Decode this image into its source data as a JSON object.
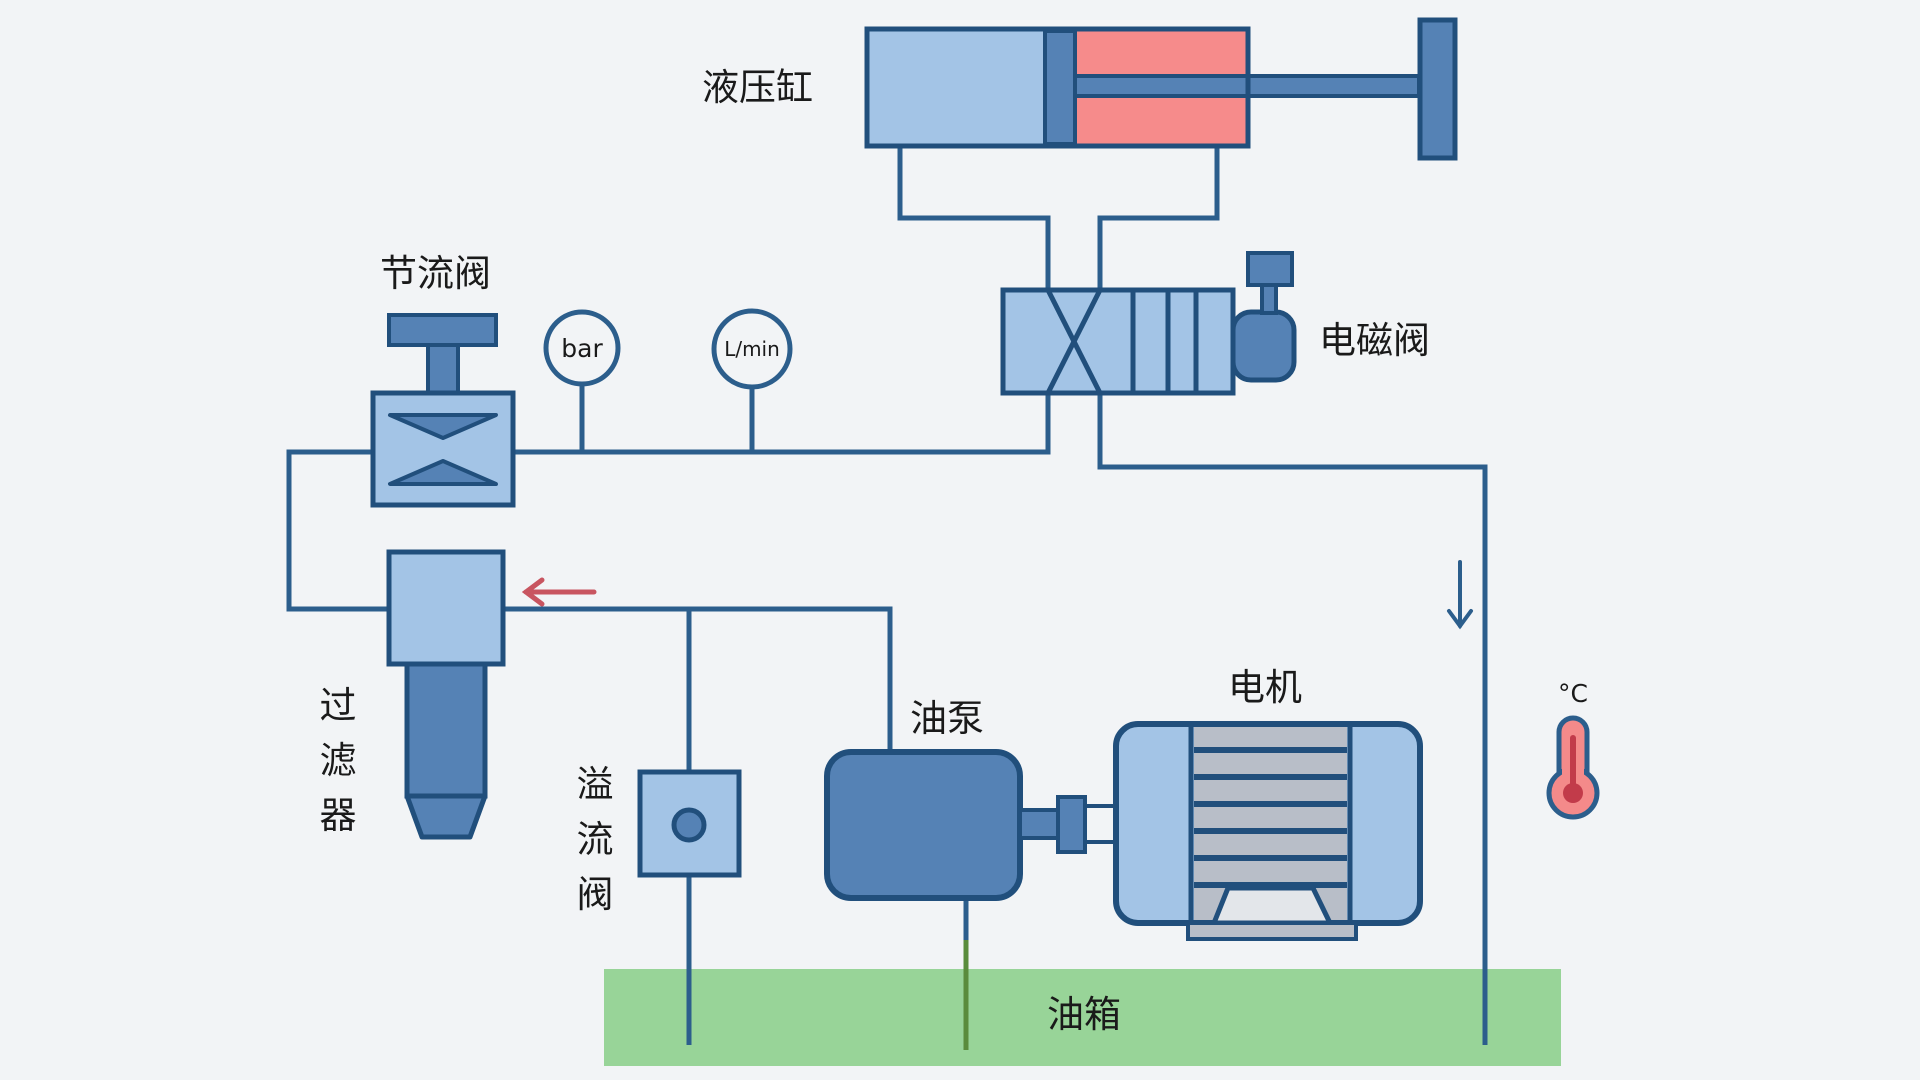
{
  "labels": {
    "cylinder": "液压缸",
    "throttle_valve": "节流阀",
    "solenoid_valve": "电磁阀",
    "filter": [
      "过",
      "滤",
      "器"
    ],
    "relief_valve": [
      "溢",
      "流",
      "阀"
    ],
    "pump": "油泵",
    "motor": "电机",
    "tank": "油箱"
  },
  "gauges": {
    "pressure_unit": "bar",
    "flow_unit": "L/min"
  },
  "thermometer": {
    "unit": "°C"
  },
  "colors": {
    "background": "#f2f4f6",
    "line": "#2c5e8c",
    "outline": "#214f7c",
    "fill_light": "#a3c4e6",
    "fill_mid": "#5582b5",
    "cylinder_chamber": "#f68b8b",
    "tank_fill": "#98d498",
    "flow_arrow": "#c85560",
    "thermo_fill": "#f48a8a",
    "motor_fins": "#b8bec8"
  },
  "icons": {
    "flow_direction": "arrow-left-icon",
    "return_direction": "arrow-down-icon",
    "temperature": "thermometer-icon"
  }
}
